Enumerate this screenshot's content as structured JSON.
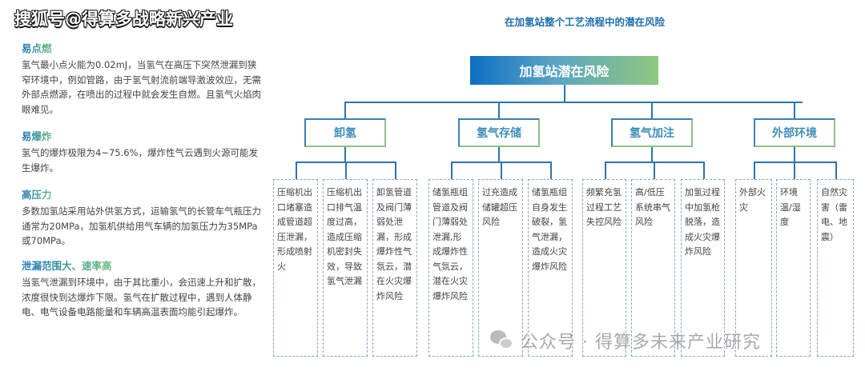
{
  "watermark_top": "搜狐号@得算多战略新兴产业",
  "sections": [
    {
      "title": "易点燃",
      "text": "氢气最小点火能为0.02mJ，当氢气在高压下突然泄漏到狭窄环境中，例如管路，由于氢气射流前端导激波效应，无需外部点燃源，在喷出的过程中就会发生自燃。且氢气火焰肉眼难见。"
    },
    {
      "title": "易爆炸",
      "text": "氢气的爆炸极限为4~75.6%，爆炸性气云遇到火源可能发生爆炸。"
    },
    {
      "title": "高压力",
      "text": "多数加氢站采用站外供氢方式，运输氢气的长管车气瓶压力通常为20MPa，加氢机供给用气车辆的加氢压力为35MPa或70MPa。"
    },
    {
      "title": "泄漏范围大、速率高",
      "text": "当氢气泄漏到环境中，由于其比重小，会迅速上升和扩散，浓度很快到达爆炸下限。氢气在扩散过程中，遇到人体静电、电气设备电路能量和车辆高温表面均能引起爆炸。"
    }
  ],
  "diagram": {
    "title": "在加氢站整个工艺流程中的潜在风险",
    "root": "加氢站潜在风险",
    "categories": [
      "卸氢",
      "氢气存储",
      "氢气加注",
      "外部环境"
    ],
    "leaves": [
      "压缩机出口堵塞造成管道超压泄漏，形成喷射火",
      "压缩机出口排气温度过高，造成压缩机密封失效，导致氢气泄漏",
      "卸氢管道及阀门薄弱处泄漏，形成爆炸性气氛云，潜在火灾爆炸风险",
      "储氢瓶组管道及阀门薄弱处泄漏,形成爆炸性气氛云，潜在火灾爆炸风险",
      "过充造成储罐超压风险",
      "储氢瓶组自身发生破裂，氢气泄漏，造成火灾爆炸风险",
      "频繁充氢过程工艺失控风险",
      "高/低压系统串气风险",
      "加氢过程中加氢枪脱落，造成火灾爆炸风险",
      "外部火灾",
      "环境温/湿度",
      "自然灾害（雷电、地震）"
    ]
  },
  "footer": "公众号 · 得算多未来产业研究"
}
